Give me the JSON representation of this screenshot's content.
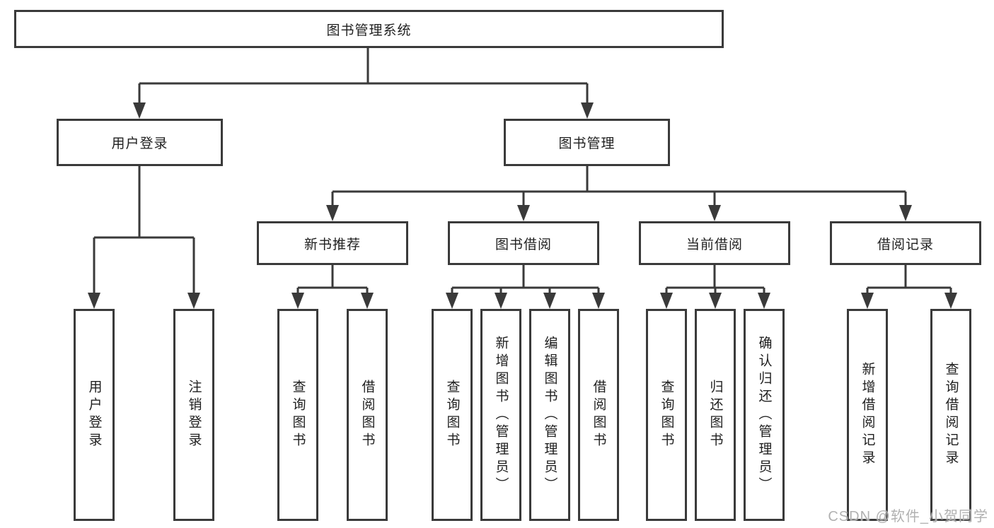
{
  "tree": {
    "root": {
      "label": "图书管理系统"
    },
    "level2": [
      {
        "label": "用户登录"
      },
      {
        "label": "图书管理"
      }
    ],
    "level3": [
      {
        "label": "新书推荐",
        "parent": "图书管理"
      },
      {
        "label": "图书借阅",
        "parent": "图书管理"
      },
      {
        "label": "当前借阅",
        "parent": "图书管理"
      },
      {
        "label": "借阅记录",
        "parent": "图书管理"
      }
    ],
    "leaves": [
      {
        "label": "用户登录",
        "parent": "用户登录"
      },
      {
        "label": "注销登录",
        "parent": "用户登录"
      },
      {
        "label": "查询图书",
        "parent": "新书推荐"
      },
      {
        "label": "借阅图书",
        "parent": "新书推荐"
      },
      {
        "label": "查询图书",
        "parent": "图书借阅"
      },
      {
        "label": "新增图书（管理员）",
        "parent": "图书借阅"
      },
      {
        "label": "编辑图书（管理员）",
        "parent": "图书借阅"
      },
      {
        "label": "借阅图书",
        "parent": "图书借阅"
      },
      {
        "label": "查询图书",
        "parent": "当前借阅"
      },
      {
        "label": "归还图书",
        "parent": "当前借阅"
      },
      {
        "label": "确认归还（管理员）",
        "parent": "当前借阅"
      },
      {
        "label": "新增借阅记录",
        "parent": "借阅记录"
      },
      {
        "label": "查询借阅记录",
        "parent": "借阅记录"
      }
    ]
  },
  "watermark": {
    "text": "CSDN @软件_小贺同学"
  },
  "colors": {
    "line": "#3a3a3a",
    "box_border": "#3a3a3a",
    "text": "#1f1f1f",
    "watermark": "#adadad",
    "background": "#ffffff"
  }
}
